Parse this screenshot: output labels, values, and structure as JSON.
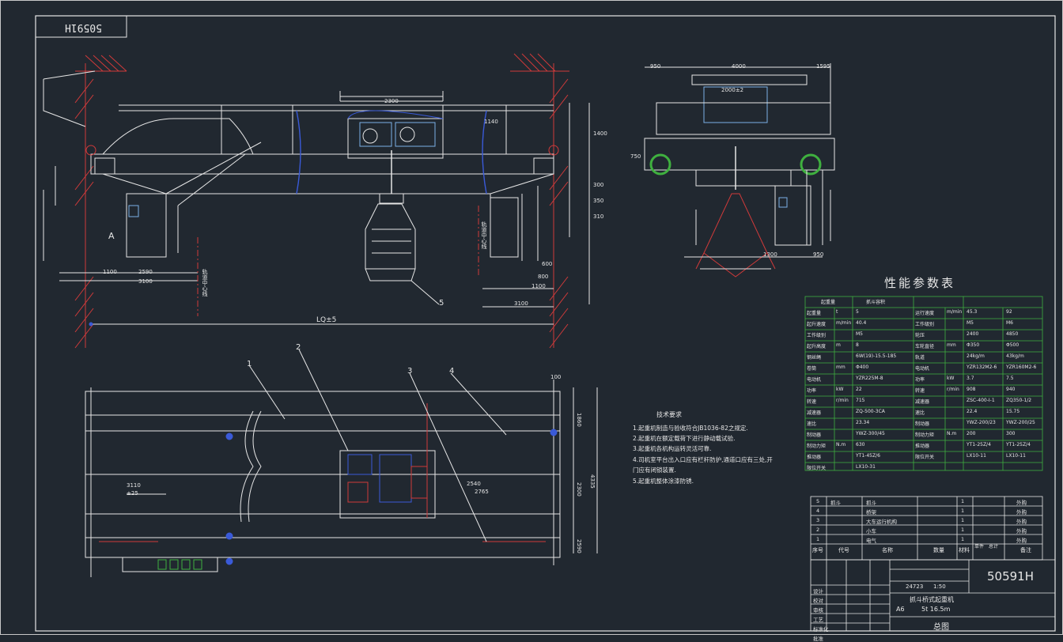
{
  "drawing": {
    "code_box": "50591H",
    "code_main": "50591H",
    "span_label": "LQ±5",
    "view_marker": "A"
  },
  "elevation": {
    "dims_top": [
      "2300"
    ],
    "dims_bottom": [
      "1100",
      "3100",
      "2590",
      "1100",
      "3100",
      "600",
      "800"
    ],
    "dims_right": [
      "1140",
      "1400",
      "300",
      "350",
      "310"
    ],
    "rail_note": "轨道中心线"
  },
  "side_view": {
    "dims_top": [
      "950",
      "4000",
      "1595",
      "2000±2"
    ],
    "dims_bottom": [
      "1300",
      "950"
    ],
    "dims_left": [
      "750"
    ]
  },
  "plan_view": {
    "dims": [
      "3110",
      "±25",
      "2540",
      "2765",
      "1860",
      "4335",
      "2300",
      "2590",
      "100"
    ],
    "callouts": [
      "1",
      "2",
      "3",
      "4",
      "5"
    ]
  },
  "tech_requirements": {
    "title": "技术要求",
    "items": [
      "1.起重机制造与验收符合JB1036-82之规定.",
      "2.起重机在额定载荷下进行静动载试验.",
      "3.起重机各机构运转灵活可靠.",
      "4.司机室平台出入口应有栏杆防护,通道口应有三处,开门应有闭锁装置.",
      "5.起重机整体涂漆防锈."
    ]
  },
  "perf_table": {
    "title": "性能参数表",
    "left_header": [
      "起重量",
      "抓斗容积"
    ],
    "rows": [
      [
        "起重量",
        "t",
        "5"
      ],
      [
        "起升速度",
        "m/min",
        "40.4"
      ],
      [
        "工作级别",
        "",
        "M5"
      ],
      [
        "起升高度",
        "m",
        "8"
      ],
      [
        "钢丝绳",
        "",
        "6W(19)-15.5-185"
      ],
      [
        "卷筒",
        "mm",
        "Φ400"
      ],
      [
        "电动机",
        "",
        "YZR225M-8"
      ],
      [
        "功率",
        "kW",
        "22"
      ],
      [
        "转速",
        "r/min",
        "715"
      ],
      [
        "减速器",
        "",
        "ZQ-500-3CA"
      ],
      [
        "速比",
        "",
        "23.34"
      ],
      [
        "制动器",
        "",
        "YWZ-300/45"
      ],
      [
        "制动力矩",
        "N.m",
        "630"
      ],
      [
        "推动器",
        "",
        "YT1-45Z/6"
      ],
      [
        "限位开关",
        "",
        "LX10-31"
      ]
    ],
    "right_rows": [
      [
        "运行速度",
        "m/min",
        "45.3",
        "92"
      ],
      [
        "工作级别",
        "",
        "M5",
        "M6"
      ],
      [
        "轮压",
        "",
        "2400",
        "4850"
      ],
      [
        "车轮直径",
        "mm",
        "Φ350",
        "Φ500"
      ],
      [
        "轨道",
        "",
        "24kg/m",
        "43kg/m"
      ],
      [
        "电动机",
        "",
        "YZR132M2-6",
        "YZR160M2-6"
      ],
      [
        "功率",
        "kW",
        "3.7",
        "7.5"
      ],
      [
        "转速",
        "r/min",
        "908",
        "940"
      ],
      [
        "减速器",
        "",
        "ZSC-400-I-1",
        "ZQ350-1/2"
      ],
      [
        "速比",
        "",
        "22.4",
        "15.75"
      ],
      [
        "制动器",
        "",
        "YWZ-200/23",
        "YWZ-200/25"
      ],
      [
        "制动力矩",
        "N.m",
        "200",
        "300"
      ],
      [
        "推动器",
        "",
        "YT1-25Z/4",
        "YT1-25Z/4"
      ],
      [
        "限位开关",
        "",
        "LX10-11",
        "LX10-11"
      ]
    ]
  },
  "parts_list": {
    "rows": [
      [
        "5",
        "抓斗",
        "抓斗",
        "",
        "1",
        "",
        "外购"
      ],
      [
        "4",
        "",
        "桥架",
        "",
        "1",
        "",
        "外购"
      ],
      [
        "3",
        "",
        "大车运行机构",
        "",
        "1",
        "",
        "外购"
      ],
      [
        "2",
        "",
        "小车",
        "",
        "1",
        "",
        "外购"
      ],
      [
        "1",
        "",
        "电气",
        "",
        "1",
        "",
        "外购"
      ]
    ],
    "header": [
      "序号",
      "代号",
      "名称",
      "数量",
      "材料",
      "单件",
      "总计",
      "备注"
    ]
  },
  "title_block": {
    "name": "抓斗桥式起重机",
    "spec": "5t 16.5m",
    "size": "A6",
    "scale": "1:50",
    "drawing_title": "总图",
    "code": "24723",
    "rows_left": [
      "设计",
      "校对",
      "审核",
      "工艺",
      "标准化",
      "批准"
    ]
  }
}
